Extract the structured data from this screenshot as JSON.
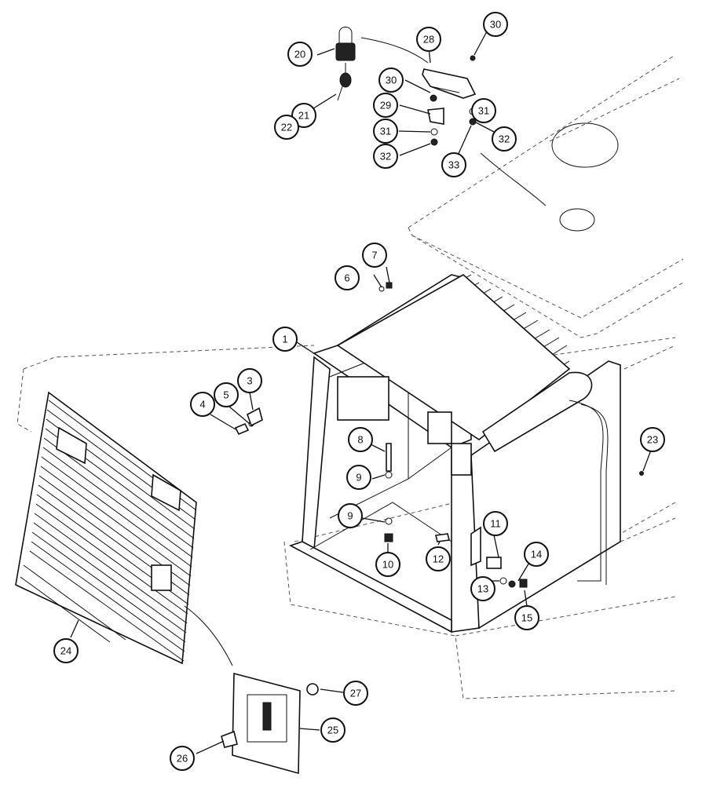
{
  "callouts": [
    {
      "id": "c20",
      "label": "20"
    },
    {
      "id": "c21",
      "label": "21"
    },
    {
      "id": "c22",
      "label": "22"
    },
    {
      "id": "c28",
      "label": "28"
    },
    {
      "id": "c30a",
      "label": "30"
    },
    {
      "id": "c30b",
      "label": "30"
    },
    {
      "id": "c29",
      "label": "29"
    },
    {
      "id": "c31a",
      "label": "31"
    },
    {
      "id": "c31b",
      "label": "31"
    },
    {
      "id": "c32a",
      "label": "32"
    },
    {
      "id": "c32b",
      "label": "32"
    },
    {
      "id": "c33",
      "label": "33"
    },
    {
      "id": "c7",
      "label": "7"
    },
    {
      "id": "c6",
      "label": "6"
    },
    {
      "id": "c1",
      "label": "1"
    },
    {
      "id": "c3",
      "label": "3"
    },
    {
      "id": "c4",
      "label": "4"
    },
    {
      "id": "c5",
      "label": "5"
    },
    {
      "id": "c8",
      "label": "8"
    },
    {
      "id": "c9a",
      "label": "9"
    },
    {
      "id": "c9b",
      "label": "9"
    },
    {
      "id": "c10",
      "label": "10"
    },
    {
      "id": "c11",
      "label": "11"
    },
    {
      "id": "c12",
      "label": "12"
    },
    {
      "id": "c13",
      "label": "13"
    },
    {
      "id": "c14",
      "label": "14"
    },
    {
      "id": "c15",
      "label": "15"
    },
    {
      "id": "c23",
      "label": "23"
    },
    {
      "id": "c24",
      "label": "24"
    },
    {
      "id": "c25",
      "label": "25"
    },
    {
      "id": "c26",
      "label": "26"
    },
    {
      "id": "c27",
      "label": "27"
    }
  ]
}
